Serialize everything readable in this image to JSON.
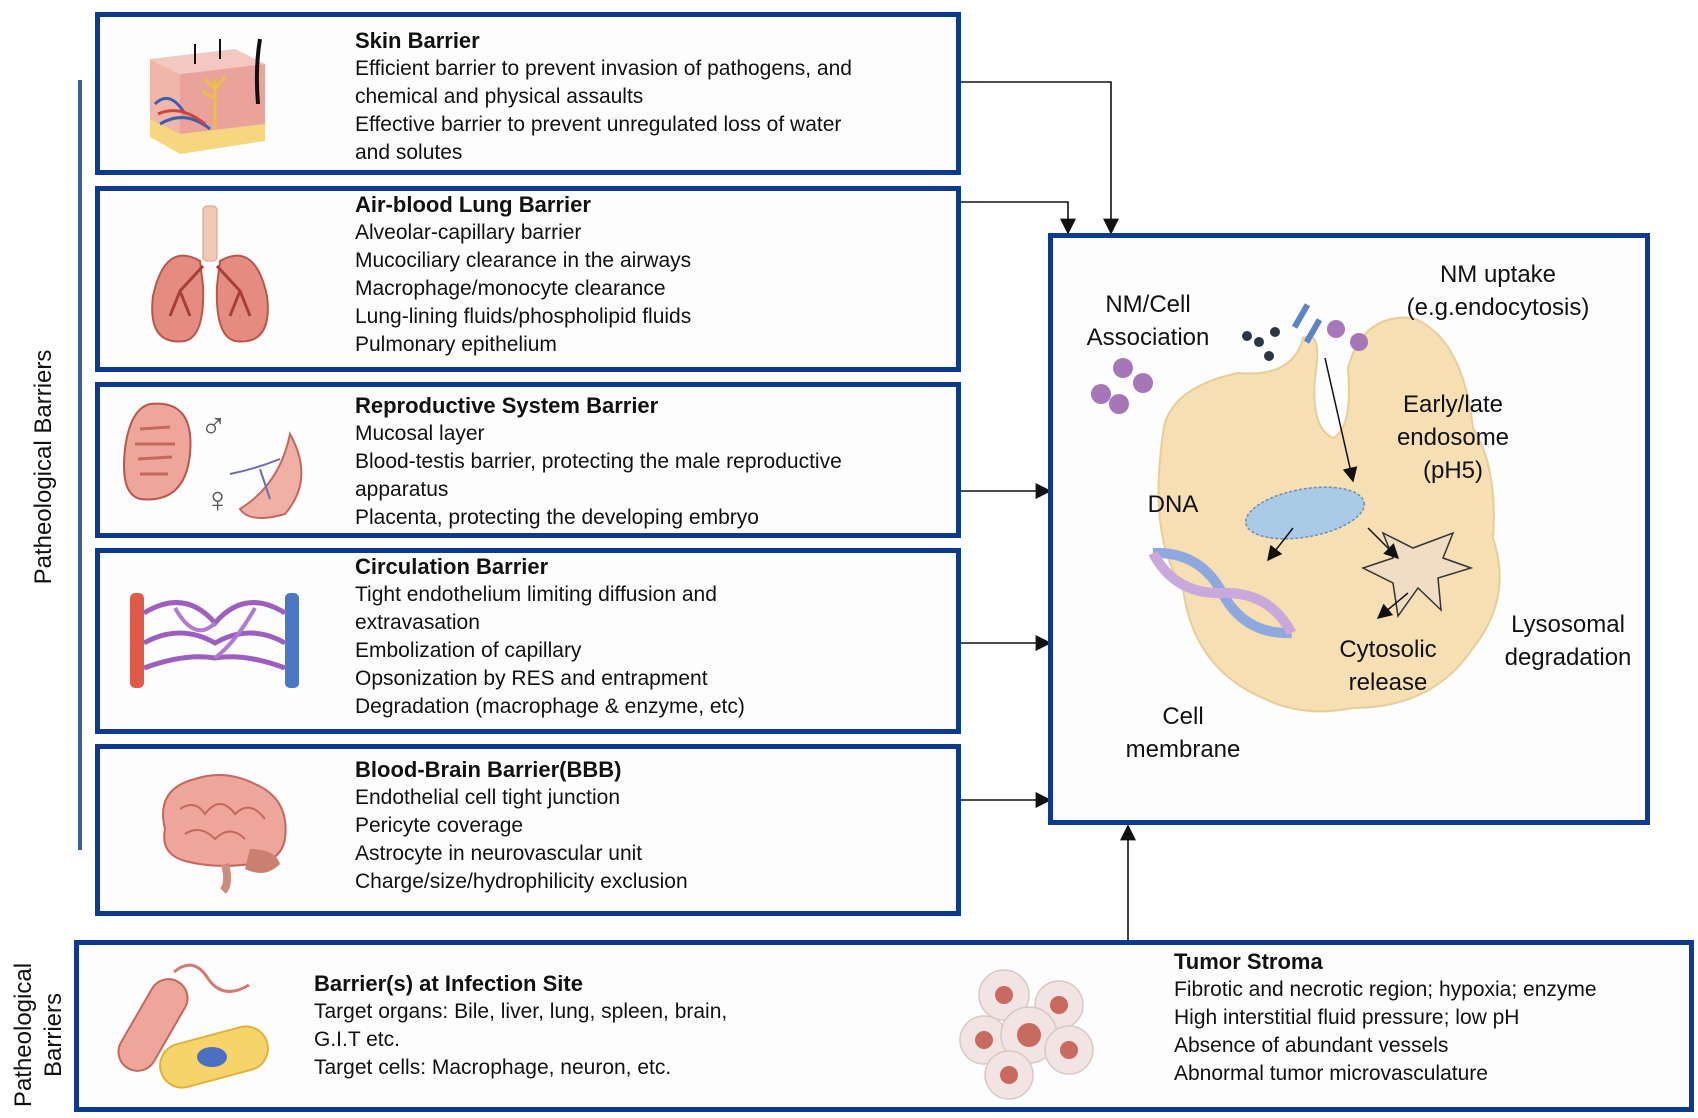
{
  "side_labels": {
    "physiological": "Patheological Barriers",
    "pathological_line1": "Patheological",
    "pathological_line2": "Barriers"
  },
  "barriers": [
    {
      "title": "Skin Barrier",
      "icon": "skin-layers-icon",
      "lines": [
        "Efficient barrier to prevent invasion of pathogens, and",
        "chemical and physical assaults",
        "Effective barrier to prevent unregulated loss of water",
        "and solutes"
      ]
    },
    {
      "title": "Air-blood Lung Barrier",
      "icon": "lungs-icon",
      "lines": [
        "Alveolar-capillary barrier",
        "Mucociliary clearance in the airways",
        "Macrophage/monocyte clearance",
        "Lung-lining fluids/phospholipid fluids",
        "Pulmonary epithelium"
      ]
    },
    {
      "title": "Reproductive System Barrier",
      "icon": "reproductive-organs-icon",
      "lines": [
        "Mucosal layer",
        "Blood-testis barrier, protecting the male reproductive",
        "apparatus",
        "Placenta, protecting the developing embryo"
      ],
      "symbols": [
        "♂",
        "♀"
      ]
    },
    {
      "title": "Circulation Barrier",
      "icon": "capillary-network-icon",
      "lines": [
        "Tight endothelium limiting diffusion and",
        "extravasation",
        "Embolization of capillary",
        "Opsonization by RES and entrapment",
        "Degradation (macrophage & enzyme, etc)"
      ]
    },
    {
      "title": "Blood-Brain Barrier(BBB)",
      "icon": "brain-icon",
      "lines": [
        "Endothelial cell tight junction",
        "Pericyte coverage",
        "Astrocyte in neurovascular unit",
        "Charge/size/hydrophilicity exclusion"
      ]
    }
  ],
  "pathological": {
    "infection": {
      "title": "Barrier(s) at Infection Site",
      "icon": "bacteria-icon",
      "lines": [
        "Target organs: Bile, liver, lung, spleen, brain,",
        "G.I.T etc.",
        "Target cells: Macrophage, neuron, etc."
      ]
    },
    "tumor": {
      "title": "Tumor Stroma",
      "icon": "tumor-cells-icon",
      "lines": [
        "Fibrotic and necrotic region; hypoxia; enzyme",
        "High interstitial fluid pressure; low pH",
        "Absence of abundant vessels",
        "Abnormal tumor microvasculature"
      ]
    }
  },
  "cell_panel": {
    "nm_cell_association": [
      "NM/Cell",
      "Association"
    ],
    "nm_uptake": [
      "NM uptake",
      "(e.g.endocytosis)"
    ],
    "endosome": [
      "Early/late",
      "endosome",
      "(pH5)"
    ],
    "dna": "DNA",
    "lysosomal": [
      "Lysosomal",
      "degradation"
    ],
    "cytosolic": [
      "Cytosolic",
      "release"
    ],
    "cell_membrane": [
      "Cell",
      "membrane"
    ]
  },
  "colors": {
    "border": "#0b3a8f",
    "cell_fill": "#f6dfb2",
    "endosome_fill": "#a9cbe8",
    "nanoparticle_purple": "#a776b9",
    "nanoparticle_dark": "#2c3448",
    "lysosome_fill": "#f1dcc6"
  }
}
